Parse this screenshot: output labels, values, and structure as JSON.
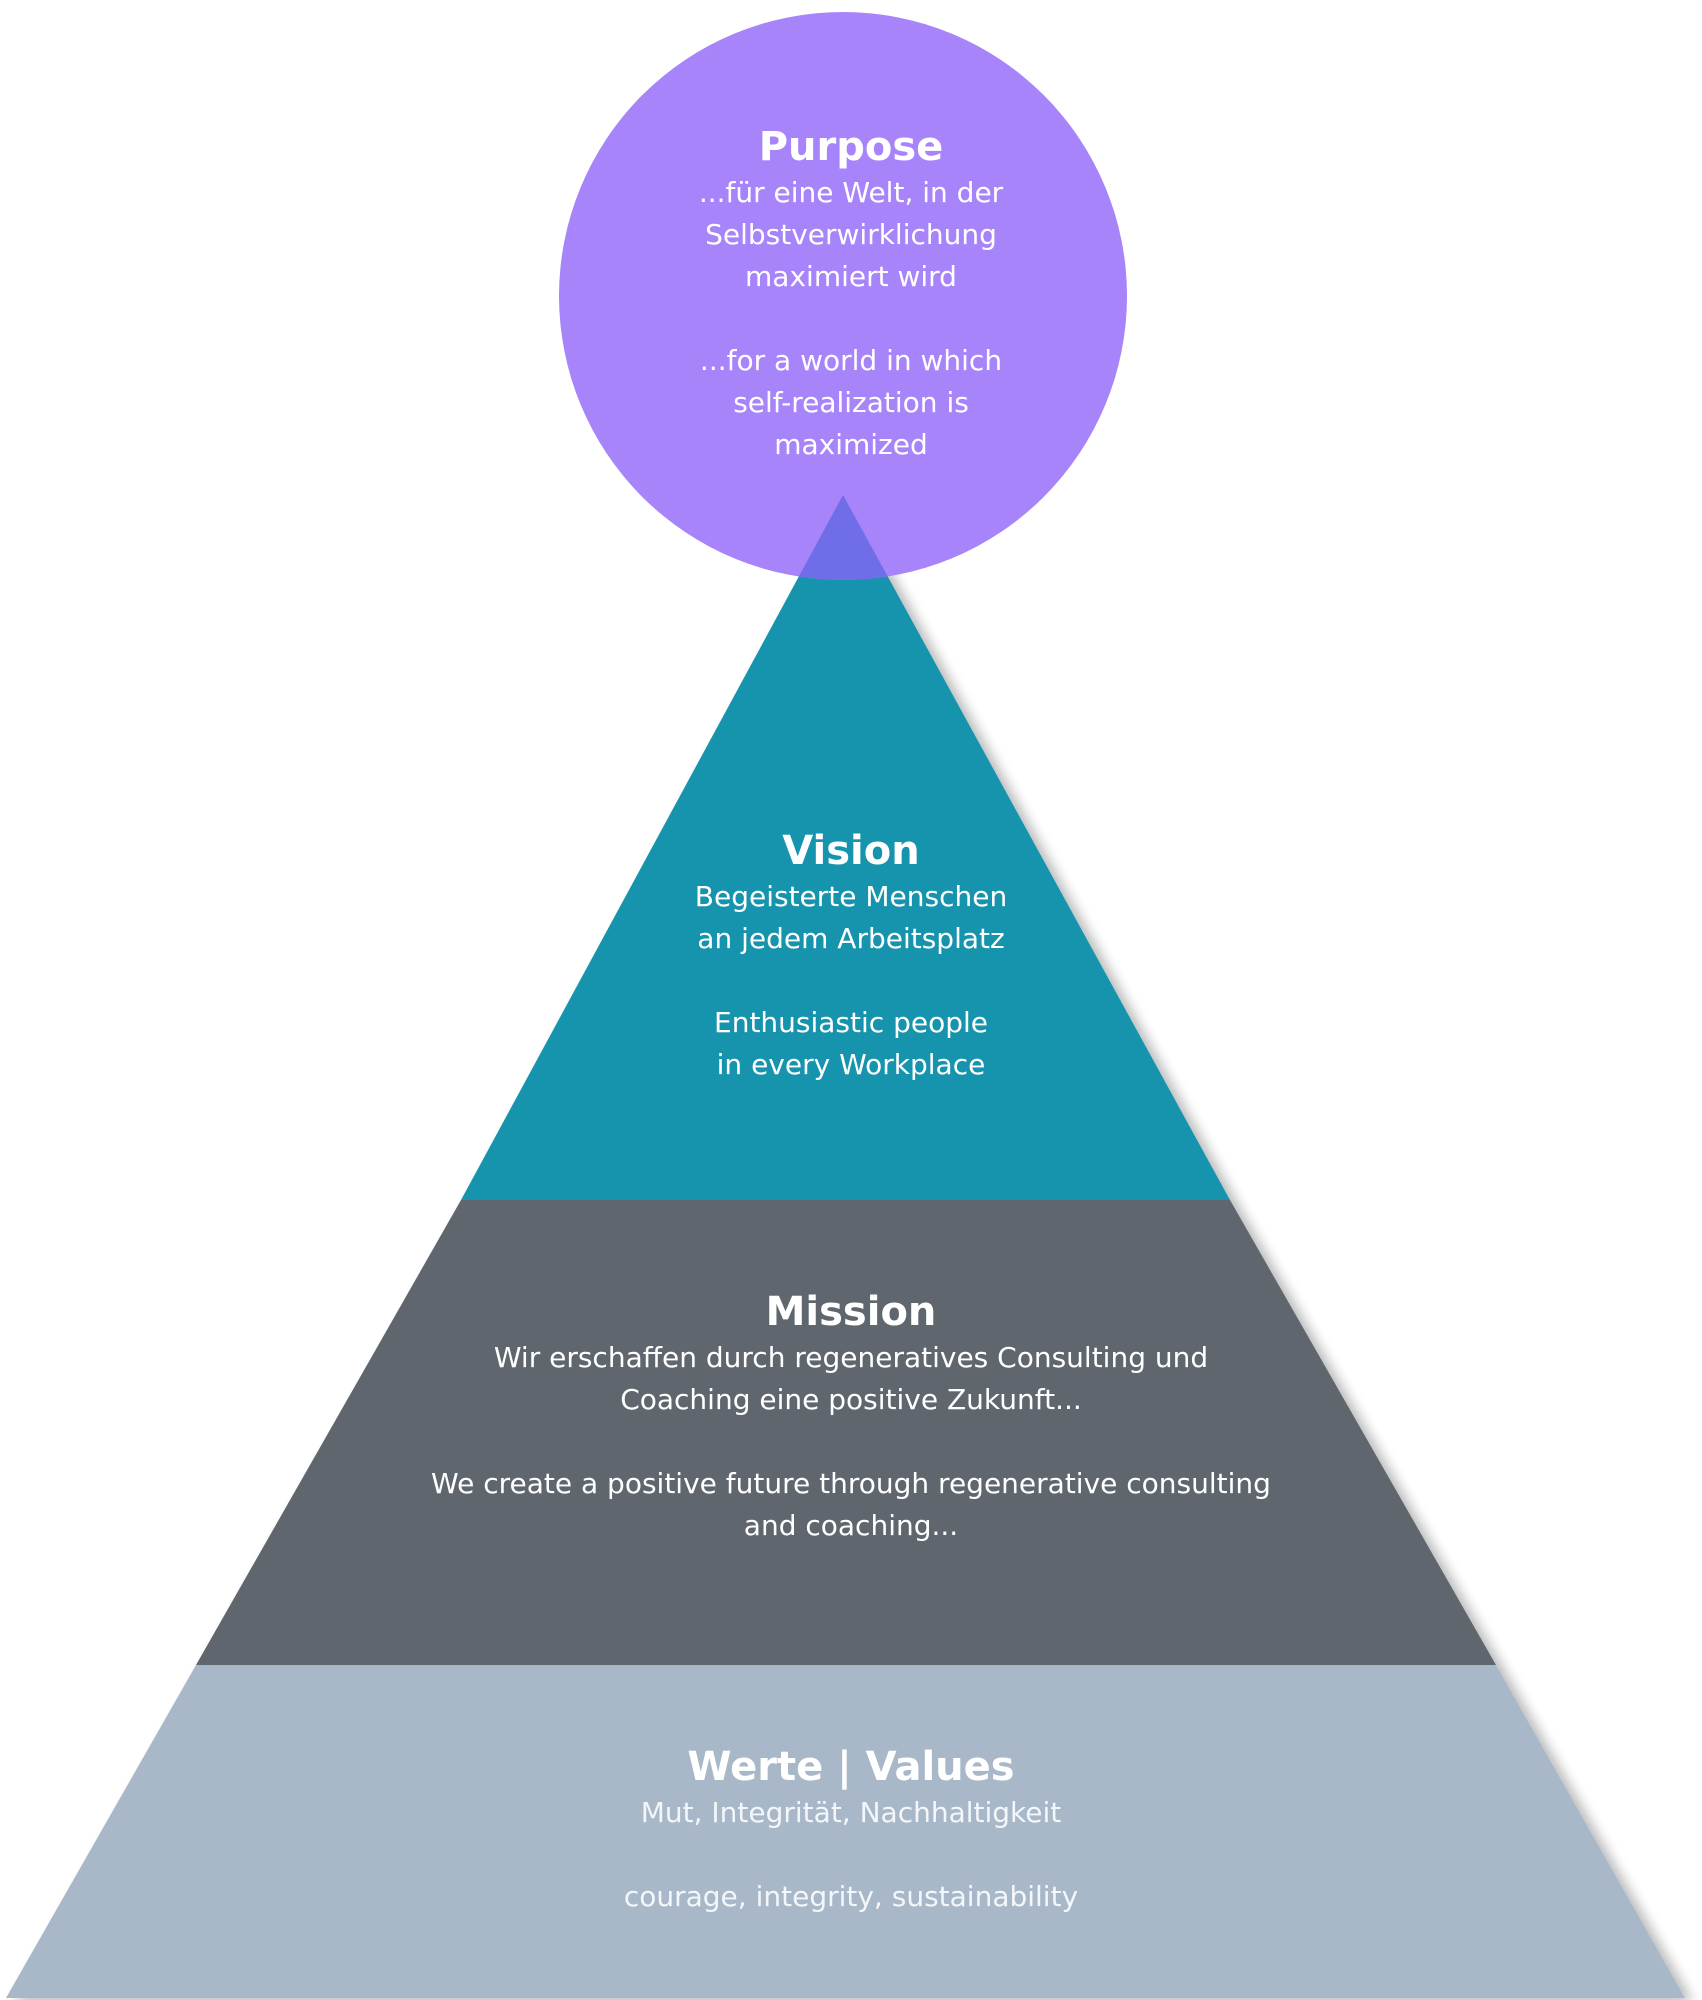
{
  "colors": {
    "purpose": "#a784fa",
    "purpose_overlap": "#6f6ee8",
    "vision": "#1594ad",
    "mission": "#5e666e",
    "values": "#a8b8c8",
    "text": "#ffffff"
  },
  "purpose": {
    "title": "Purpose",
    "de_lines": [
      "...für eine Welt, in der",
      "Selbstverwirklichung",
      "maximiert wird"
    ],
    "en_lines": [
      "...for a world in which",
      "self-realization is",
      "maximized"
    ]
  },
  "vision": {
    "title": "Vision",
    "de_lines": [
      "Begeisterte Menschen",
      "an jedem Arbeitsplatz"
    ],
    "en_lines": [
      "Enthusiastic people",
      "in every Workplace"
    ]
  },
  "mission": {
    "title": "Mission",
    "de_lines": [
      "Wir erschaffen durch regeneratives Consulting und",
      "Coaching eine positive Zukunft..."
    ],
    "en_lines": [
      "We create a positive future through regenerative consulting",
      "and coaching..."
    ]
  },
  "values": {
    "title": "Werte | Values",
    "de_lines": [
      "Mut, Integrität, Nachhaltigkeit"
    ],
    "en_lines": [
      "courage, integrity, sustainability"
    ]
  }
}
